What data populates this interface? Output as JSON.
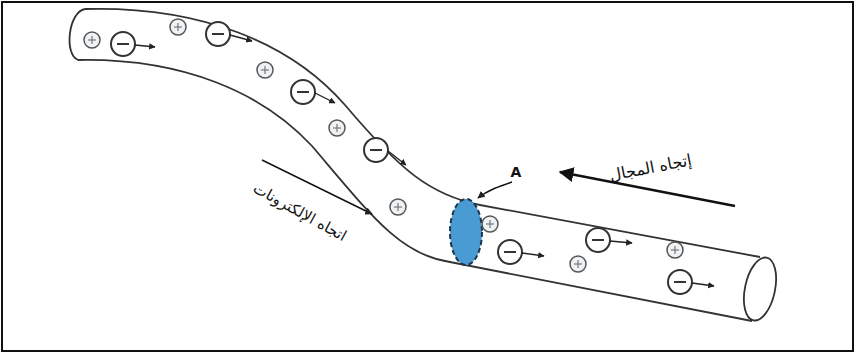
{
  "diagram": {
    "labels": [
      "اتجاه الإلكترونات",
      "إتجاه المجال",
      "A"
    ]
  }
}
